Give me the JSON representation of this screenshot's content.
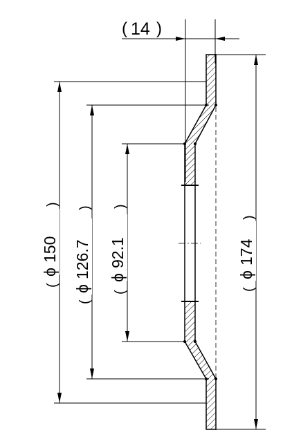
{
  "drawing": {
    "dims": {
      "thickness": "14",
      "d150": "150",
      "d126": "126.7",
      "d92": "92.1",
      "d174": "174"
    },
    "symbols": {
      "diameter": "ϕ",
      "paren_open": "(",
      "paren_close": ")"
    }
  }
}
